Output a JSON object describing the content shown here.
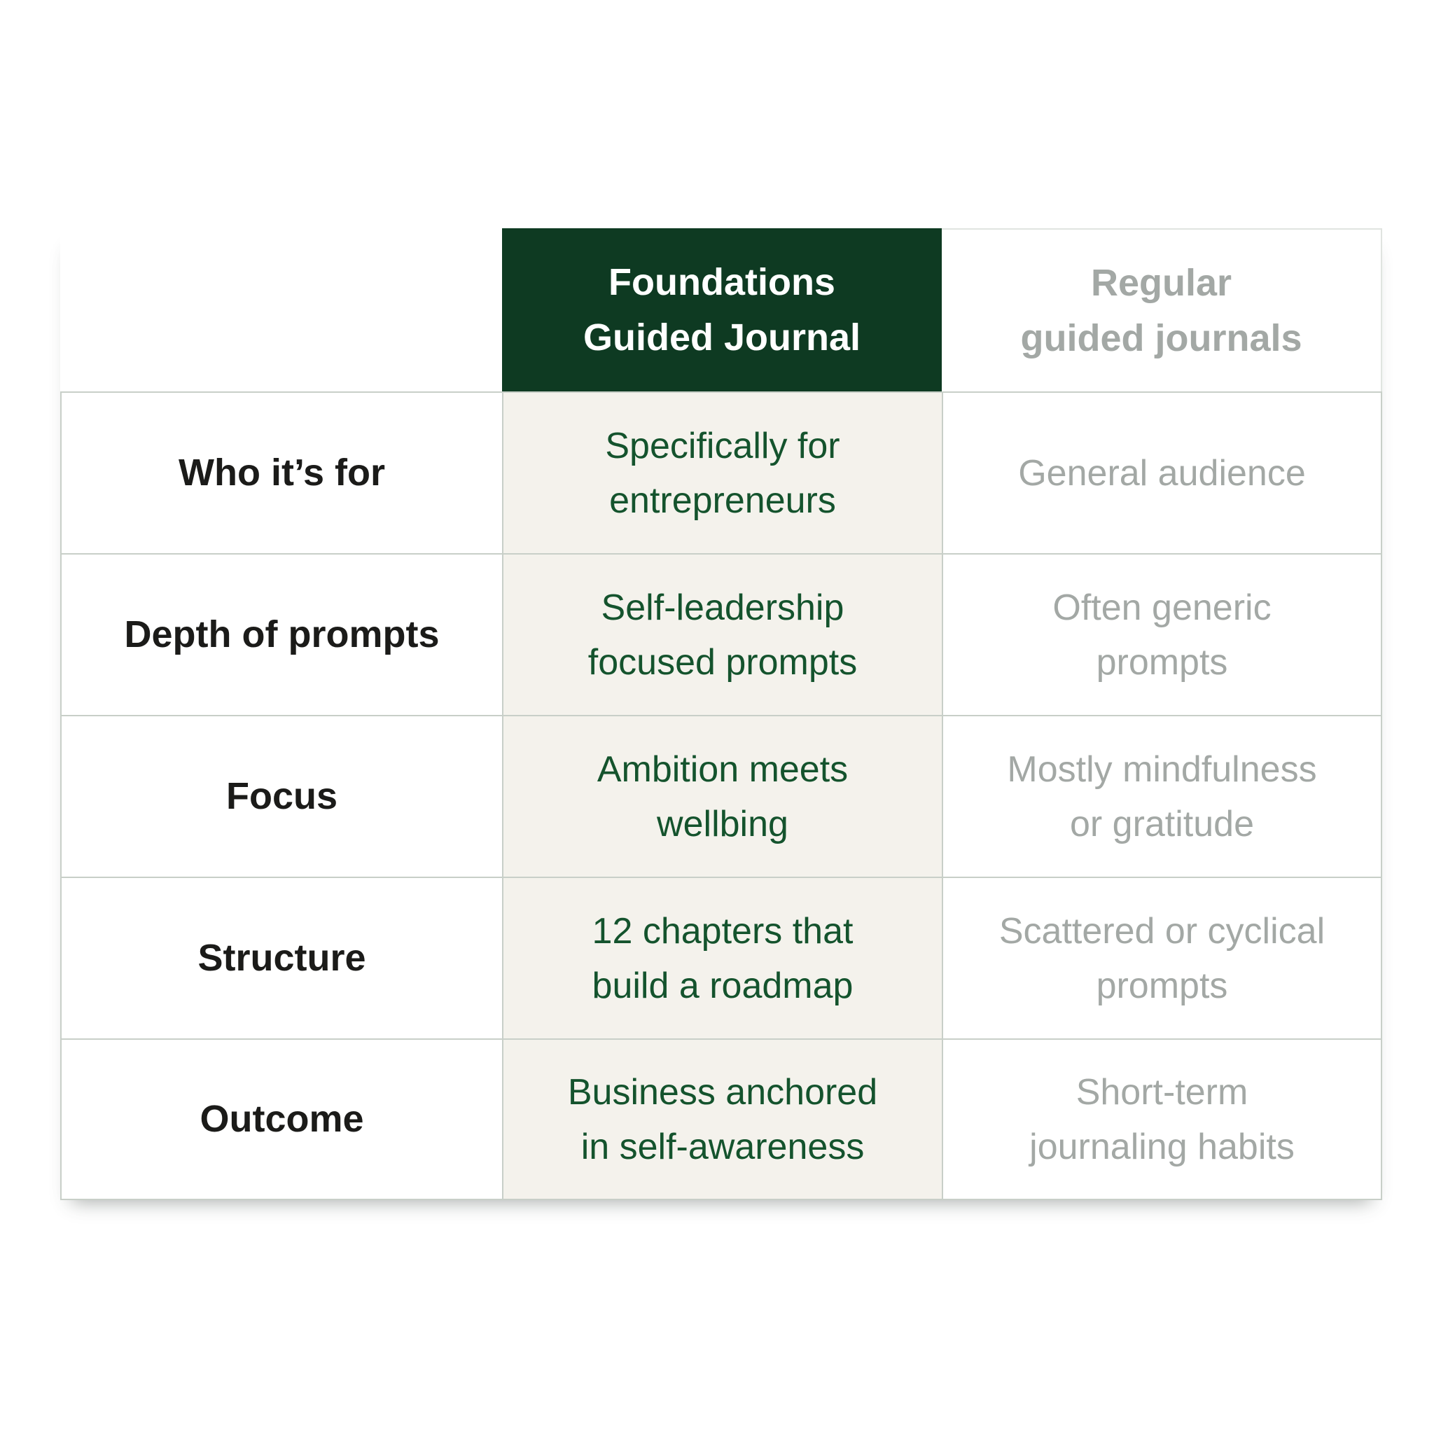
{
  "colors": {
    "header_green": "#0e3a22",
    "foundations_text": "#14532d",
    "foundations_bg": "#f4f2ec",
    "regular_text": "#a3a8a5",
    "label_text": "#1b1b19",
    "border": "#c8cfc8"
  },
  "header": {
    "foundations": "Foundations\nGuided Journal",
    "regular": "Regular\nguided journals"
  },
  "rows": [
    {
      "label": "Who it’s for",
      "foundations": "Specifically for\nentrepreneurs",
      "regular": "General audience"
    },
    {
      "label": "Depth of prompts",
      "foundations": "Self-leadership\nfocused prompts",
      "regular": "Often generic\nprompts"
    },
    {
      "label": "Focus",
      "foundations": "Ambition meets\nwellbing",
      "regular": "Mostly mindfulness\nor gratitude"
    },
    {
      "label": "Structure",
      "foundations": "12 chapters that\nbuild a roadmap",
      "regular": "Scattered or cyclical\nprompts"
    },
    {
      "label": "Outcome",
      "foundations": "Business anchored\nin self-awareness",
      "regular": "Short-term\njournaling habits"
    }
  ],
  "chart_data": {
    "type": "table",
    "columns": [
      "",
      "Foundations Guided Journal",
      "Regular guided journals"
    ],
    "rows": [
      [
        "Who it’s for",
        "Specifically for entrepreneurs",
        "General audience"
      ],
      [
        "Depth of prompts",
        "Self-leadership focused prompts",
        "Often generic prompts"
      ],
      [
        "Focus",
        "Ambition meets wellbing",
        "Mostly mindfulness or gratitude"
      ],
      [
        "Structure",
        "12 chapters that build a roadmap",
        "Scattered or cyclical prompts"
      ],
      [
        "Outcome",
        "Business anchored in self-awareness",
        "Short-term journaling habits"
      ]
    ]
  }
}
